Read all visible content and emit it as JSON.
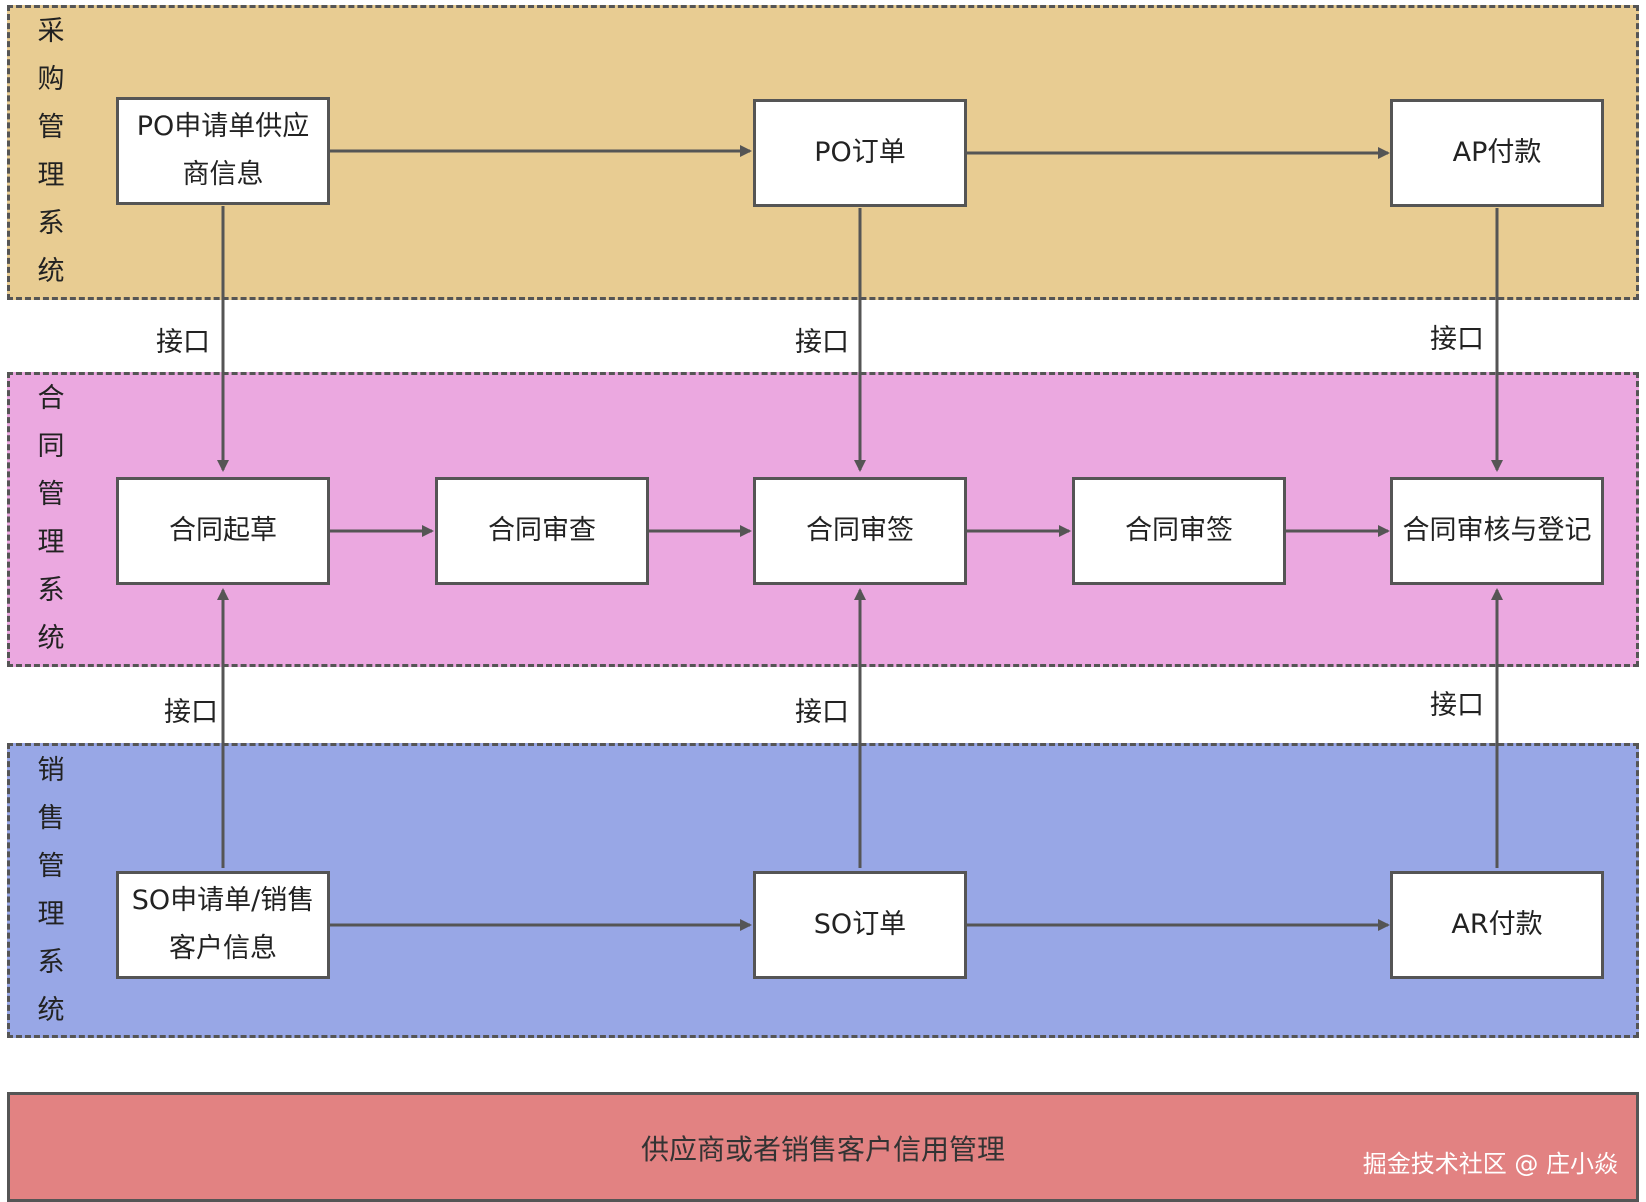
{
  "lanes": {
    "purchase": "采\n购\n管\n理\n系\n统",
    "contract": "合\n同\n管\n理\n系\n统",
    "sales": "销\n售\n管\n理\n系\n统"
  },
  "nodes": {
    "po_request": "PO申请单供应商信息",
    "po_order": "PO订单",
    "ap_payment": "AP付款",
    "contract_draft": "合同起草",
    "contract_review": "合同审查",
    "contract_sign_1": "合同审签",
    "contract_sign_2": "合同审签",
    "contract_audit_register": "合同审核与登记",
    "so_request": "SO申请单/销售客户信息",
    "so_order": "SO订单",
    "ar_payment": "AR付款"
  },
  "interface_label": "接口",
  "credit_bar": "供应商或者销售客户信用管理",
  "watermark": "掘金技术社区 @ 庄小焱",
  "colors": {
    "purchase_lane": "#E8CC92",
    "contract_lane": "#EBA8E0",
    "sales_lane": "#98A7E6",
    "credit_bar": "#E28282",
    "node_fill": "#FFFFFF",
    "stroke": "#555555"
  }
}
